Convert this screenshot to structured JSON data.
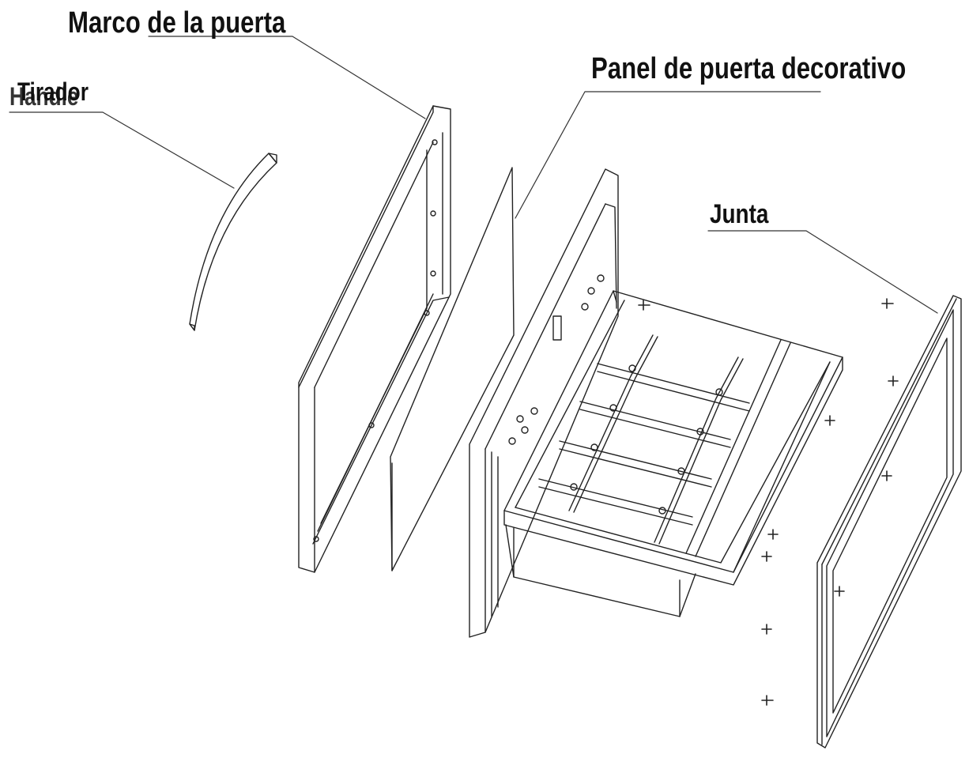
{
  "labels": {
    "door_frame": "Marco de la puerta",
    "decorative_panel": "Panel de puerta decorativo",
    "gasket": "Junta",
    "handle_es": "Tirador",
    "handle_en": "Handle"
  },
  "colors": {
    "line": "#222222",
    "text": "#111111",
    "background": "#ffffff"
  }
}
